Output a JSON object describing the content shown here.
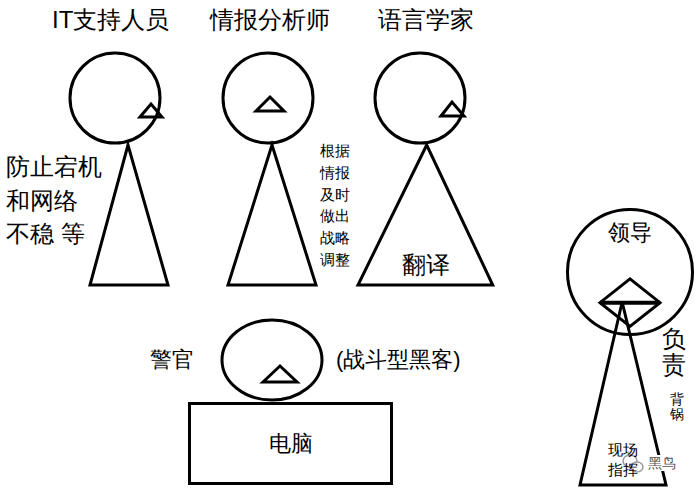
{
  "diagram": {
    "nodes": [
      {
        "text": [
          "翻译"
        ]
      },
      {
        "text": [
          "领导"
        ]
      },
      {
        "text": [
          "现场 指挥"
        ]
      },
      {
        "text": [
          "电脑"
        ]
      }
    ],
    "labels": [
      "IT支持人员",
      "情报分析师",
      "语言学家",
      "防止宕机 和网络 不稳 等",
      "根据 情报 及时 做出 战略 调整",
      "警官",
      "(战斗型黑客)",
      "负责",
      "背锅",
      "黑鸟"
    ]
  }
}
